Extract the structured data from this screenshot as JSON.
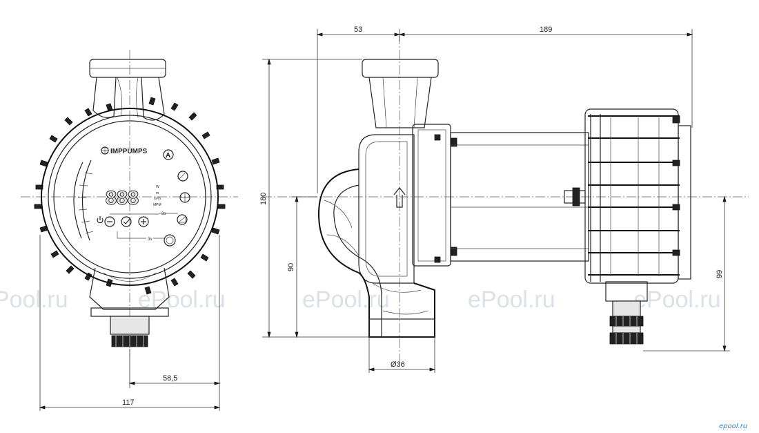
{
  "watermark": {
    "text": "ePool.ru"
  },
  "site_logo": {
    "text": "epool.ru",
    "color": "#1f8fd8"
  },
  "front_view": {
    "brand": "IMPPUMPS",
    "display_digits": "888",
    "mode_badge": "A",
    "small_labels": [
      "W",
      "m",
      "m³/h",
      "MPM",
      "3s",
      "3s"
    ],
    "dimensions": {
      "half_width": "58,5",
      "overall_width": "117"
    }
  },
  "side_view": {
    "dimensions": {
      "top_left": "53",
      "top_right": "189",
      "overall_height": "180",
      "axis_height": "90",
      "right_height": "99",
      "port_diameter": "Ø36"
    }
  }
}
